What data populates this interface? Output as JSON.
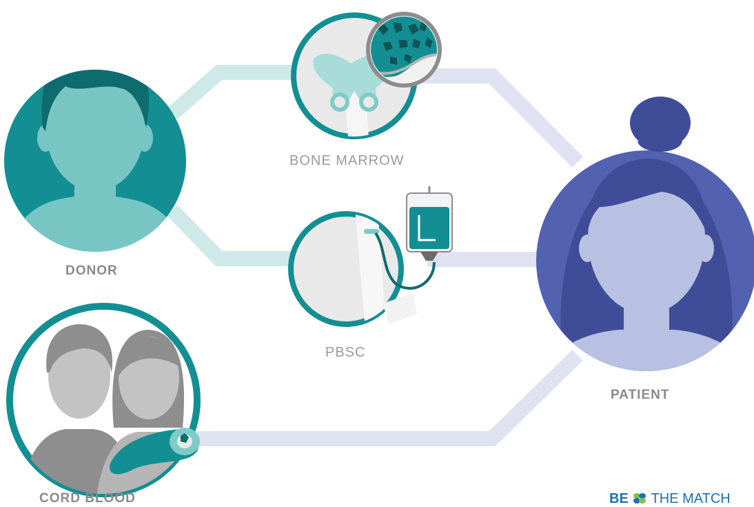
{
  "labels": {
    "donor": "DONOR",
    "cord_blood": "CORD BLOOD",
    "patient": "PATIENT",
    "bone_marrow": "BONE MARROW",
    "pbsc": "PBSC"
  },
  "brand": {
    "prefix": "BE",
    "name": "THE MATCH"
  },
  "colors": {
    "donor_teal": "#138f93",
    "donor_face": "#77c6c4",
    "donor_hair": "#0e6b6e",
    "patient_blue": "#5361b1",
    "patient_face": "#b8c1e2",
    "patient_hair": "#3f4d98",
    "path_teal": "#cfe9e9",
    "path_blue": "#dfe3f1",
    "ring_grey": "#8d8d8d",
    "grey_fill": "#e9e9e9"
  }
}
